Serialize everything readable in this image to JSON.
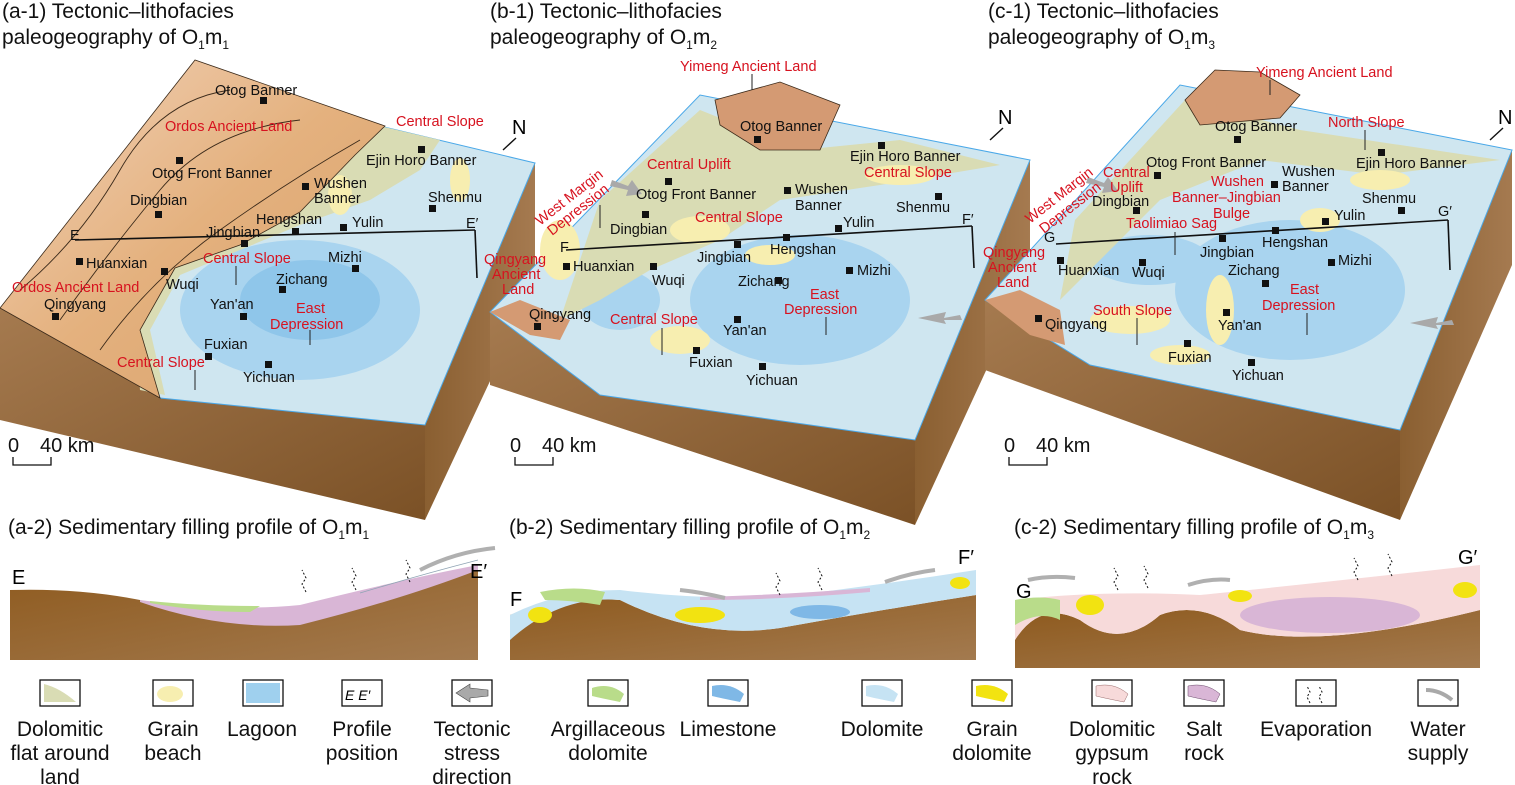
{
  "panel_a1": {
    "title_line1": "(a-1) Tectonic–lithofacies",
    "title_line2": "paleogeography of O",
    "sub1": "1",
    "m": "m",
    "sub2": "1",
    "places": [
      "Otog Banner",
      "Otog Front Banner",
      "Wushen",
      "Banner",
      "Dingbian",
      "Ejin Horo Banner",
      "Shenmu",
      "Hengshan",
      "Yulin",
      "Jingbian",
      "Huanxian",
      "Mizhi",
      "Wuqi",
      "Zichang",
      "Qingyang",
      "Yan'an",
      "Fuxian",
      "Yichuan"
    ],
    "zones": [
      "Ordos Ancient Land",
      "Central Slope",
      "Central Slope",
      "Ordos Ancient Land",
      "East",
      "Depression",
      "Central Slope"
    ],
    "section": [
      "E",
      "E′"
    ],
    "north": "N",
    "scale": [
      "0",
      "40 km"
    ]
  },
  "panel_b1": {
    "title_line1": "(b-1) Tectonic–lithofacies",
    "title_line2": "paleogeography of O",
    "sub1": "1",
    "m": "m",
    "sub2": "2",
    "places": [
      "Otog Banner",
      "Ejin Horo Banner",
      "Otog Front Banner",
      "Wushen",
      "Banner",
      "Shenmu",
      "Dingbian",
      "Yulin",
      "Hengshan",
      "Jingbian",
      "Huanxian",
      "Mizhi",
      "Wuqi",
      "Zichang",
      "Qingyang",
      "Yan'an",
      "Fuxian",
      "Yichuan"
    ],
    "zones": [
      "Yimeng Ancient Land",
      "Central Uplift",
      "Central Slope",
      "West Margin",
      "Depression",
      "Central Slope",
      "Qingyang",
      "Ancient",
      "Land",
      "East",
      "Depression",
      "Central Slope"
    ],
    "section": [
      "F",
      "F′"
    ],
    "north": "N",
    "scale": [
      "0",
      "40 km"
    ]
  },
  "panel_c1": {
    "title_line1": "(c-1) Tectonic–lithofacies",
    "title_line2": "paleogeography of O",
    "sub1": "1",
    "m": "m",
    "sub2": "3",
    "places": [
      "Otog Banner",
      "Otog Front Banner",
      "Wushen",
      "Banner",
      "Ejin Horo Banner",
      "Dingbian",
      "Shenmu",
      "Yulin",
      "Hengshan",
      "Jingbian",
      "Mizhi",
      "Huanxian",
      "Wuqi",
      "Zichang",
      "Qingyang",
      "Yan'an",
      "Fuxian",
      "Yichuan"
    ],
    "zones": [
      "Yimeng Ancient Land",
      "North Slope",
      "Central",
      "Uplift",
      "Wushen",
      "Banner–Jingbian",
      "Bulge",
      "Taolimiao Sag",
      "West Margin",
      "Depression",
      "Qingyang",
      "Ancient",
      "Land",
      "East",
      "Depression",
      "South Slope"
    ],
    "section": [
      "G",
      "G′"
    ],
    "north": "N",
    "scale": [
      "0",
      "40 km"
    ]
  },
  "profiles": {
    "a2": {
      "title": "(a-2) Sedimentary filling profile of O",
      "sub1": "1",
      "m": "m",
      "sub2": "1",
      "start": "E",
      "end": "E′"
    },
    "b2": {
      "title": "(b-2) Sedimentary filling profile of O",
      "sub1": "1",
      "m": "m",
      "sub2": "2",
      "start": "F",
      "end": "F′"
    },
    "c2": {
      "title": "(c-2) Sedimentary filling profile of O",
      "sub1": "1",
      "m": "m",
      "sub2": "3",
      "start": "G",
      "end": "G′"
    }
  },
  "legend": [
    {
      "lines": [
        "Dolomitic",
        "flat around",
        "land"
      ],
      "icon": "dolomitic-flat-swatch",
      "color": "#d9dcb4"
    },
    {
      "lines": [
        "Grain",
        "beach"
      ],
      "icon": "grain-beach-swatch",
      "color": "#f7eeb0"
    },
    {
      "lines": [
        "Lagoon"
      ],
      "icon": "lagoon-swatch",
      "color": "#9fd0ee"
    },
    {
      "lines": [
        "Profile",
        "position"
      ],
      "icon": "profile-position-symbol",
      "text": "E  E′"
    },
    {
      "lines": [
        "Tectonic",
        "stress",
        "direction"
      ],
      "icon": "stress-arrow",
      "color": "#a9a9a9"
    },
    {
      "lines": [
        "Argillaceous",
        "dolomite"
      ],
      "icon": "argillaceous-dolomite-swatch",
      "color": "#b9dc8a"
    },
    {
      "lines": [
        "Limestone"
      ],
      "icon": "limestone-swatch",
      "color": "#7fb8e6"
    },
    {
      "lines": [
        "Dolomite"
      ],
      "icon": "dolomite-swatch",
      "color": "#c6e3f3"
    },
    {
      "lines": [
        "Grain",
        "dolomite"
      ],
      "icon": "grain-dolomite-swatch",
      "color": "#f2e311"
    },
    {
      "lines": [
        "Dolomitic",
        "gypsum",
        "rock"
      ],
      "icon": "dolomitic-gypsum-swatch",
      "color": "#f7dada"
    },
    {
      "lines": [
        "Salt",
        "rock"
      ],
      "icon": "salt-rock-swatch",
      "color": "#d9b6d6"
    },
    {
      "lines": [
        "Evaporation"
      ],
      "icon": "evaporation-arrows"
    },
    {
      "lines": [
        "Water",
        "supply"
      ],
      "icon": "water-supply-arrow",
      "color": "#a9a9a9"
    }
  ]
}
